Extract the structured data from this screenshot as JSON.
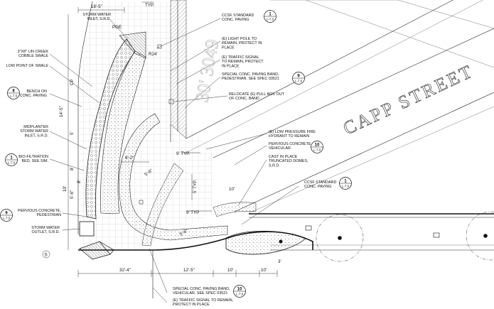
{
  "street_name": "CAPP STREET",
  "faint_text": "30' 3049",
  "notes": [
    {
      "id": "storm-water-inlet-top",
      "lines": [
        "STORM WATER",
        "INLET, S.R.D."
      ]
    },
    {
      "id": "lin-creek-swale",
      "lines": [
        "3\"X8\" LIN CREEK",
        "COBBLE SWALE"
      ]
    },
    {
      "id": "low-point",
      "lines": [
        "LOW POINT OF SWALE"
      ]
    },
    {
      "id": "bench",
      "lines": [
        "BENCH ON",
        "CONC. PAVING"
      ]
    },
    {
      "id": "midplanter-inlet",
      "lines": [
        "MIDPLANTER",
        "STORM WATER",
        "INLET, S.R.D."
      ]
    },
    {
      "id": "bio-filtration",
      "lines": [
        "BIO-FILTRATION",
        "BED, SEE SIM."
      ]
    },
    {
      "id": "pervious-pedestrian",
      "lines": [
        "PERVIOUS CONCRETE,",
        "PEDESTRIAN"
      ]
    },
    {
      "id": "storm-water-outlet",
      "lines": [
        "STORM WATER",
        "OUTLET, S.R.D."
      ]
    },
    {
      "id": "ccsf-paving-top",
      "lines": [
        "CCSF STANDARD",
        "CONC. PAVING"
      ]
    },
    {
      "id": "light-pole",
      "lines": [
        "(E) LIGHT POLE TO",
        "REMAIN, PROTECT IN",
        "PLACE"
      ]
    },
    {
      "id": "traffic-signal-top",
      "lines": [
        "(E) TRAFFIC SIGNAL",
        "TO REMAIN, PROTECT",
        "IN PLACE"
      ]
    },
    {
      "id": "paving-band-ped",
      "lines": [
        "SPECIAL CONC. PAVING BAND,",
        "PEDESTRIAN. SEE SPEC 03521"
      ]
    },
    {
      "id": "pull-box",
      "lines": [
        "RELOCATE (E) PULL BOX OUT",
        "OF CONC. BAND"
      ]
    },
    {
      "id": "fire-hydrant",
      "lines": [
        "(E) LOW PRESSURE FIRE",
        "HYDRANT TO REMAIN"
      ]
    },
    {
      "id": "pervious-vehicular",
      "lines": [
        "PERVIOUS CONCRETE,",
        "VEHICULAR"
      ]
    },
    {
      "id": "truncated-domes",
      "lines": [
        "CAST IN PLACE",
        "TRUNCATED DOMES,",
        "S.R.D."
      ]
    },
    {
      "id": "ccsf-paving-right",
      "lines": [
        "CCSF STANDARD",
        "CONC. PAVING"
      ]
    },
    {
      "id": "paving-band-veh",
      "lines": [
        "SPECIAL CONC. PAVING BAND,",
        "VEHICULAR. SEE SPEC 03521"
      ]
    },
    {
      "id": "traffic-signal-bottom",
      "lines": [
        "(E) TRAFFIC SIGNAL TO REMAIN,",
        "PROTECT IN PLACE"
      ]
    }
  ],
  "bubbles": [
    {
      "id": "b-ccsf-top",
      "num": "1",
      "sheet": "L-7.0"
    },
    {
      "id": "b-band-ped",
      "num": "9",
      "sheet": "L-7.0"
    },
    {
      "id": "b-bench",
      "num": "8",
      "sheet": "L-7.0"
    },
    {
      "id": "b-bio",
      "num": "1",
      "sheet": "L-7.0"
    },
    {
      "id": "b-pervious-ped",
      "num": "9",
      "sheet": "L-7.0"
    },
    {
      "id": "b-pervious-veh",
      "num": "10",
      "sheet": "L-7.0"
    },
    {
      "id": "b-ccsf-right",
      "num": "1",
      "sheet": "L-7.0"
    },
    {
      "id": "b-band-veh",
      "num": "10",
      "sheet": "L-7.0"
    }
  ],
  "dims": {
    "top_width": "18'-5\"",
    "typ_top": "TYP.",
    "left_cp": "CP",
    "left_14": "14'-5\"",
    "left_5a": "5'",
    "left_8": "8'",
    "left_8b": "8'",
    "left_10": "10'",
    "left_5b": "5'-6\"",
    "nine_typ_a": "9' TYP.",
    "eight_two": "8'-2\"",
    "five_six_mid": "5'-6\"",
    "five_typ": "5' TYP.",
    "nine_typ_b": "9' TYP",
    "five_six_low": "5'-6\"",
    "ten_mid": "10'",
    "bottom_32": "32'-4\"",
    "bottom_12": "12'-5\"",
    "bottom_10a": "10'",
    "bottom_10b": "10'",
    "bottom_3": "3'",
    "pge": "PGE",
    "r24": "R24'",
    "circle_s": "S"
  }
}
